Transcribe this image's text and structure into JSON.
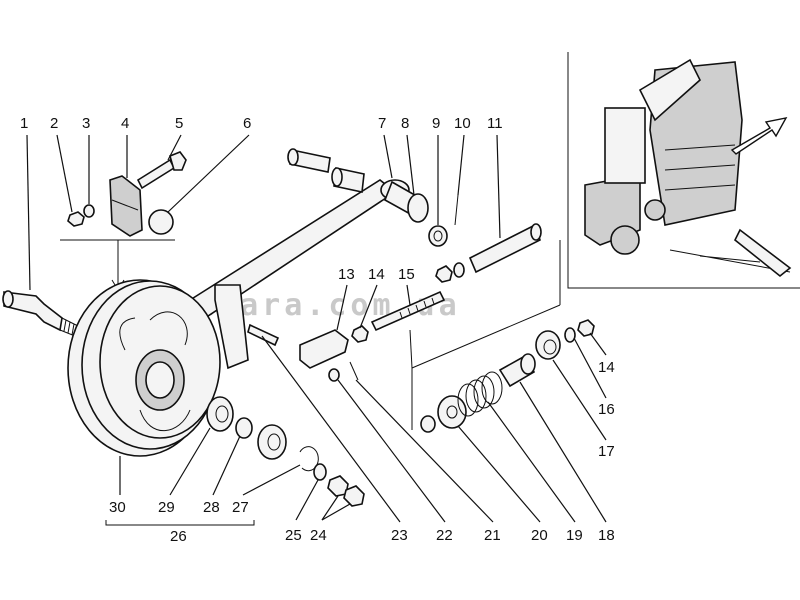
{
  "watermark": "adara.com.ua",
  "callouts": {
    "c1": "1",
    "c2": "2",
    "c3": "3",
    "c4": "4",
    "c5": "5",
    "c6": "6",
    "c7": "7",
    "c8": "8",
    "c9": "9",
    "c10": "10",
    "c11": "11",
    "c13": "13",
    "c14a": "14",
    "c15": "15",
    "c14b": "14",
    "c16": "16",
    "c17": "17",
    "c18": "18",
    "c19": "19",
    "c20": "20",
    "c21": "21",
    "c22": "22",
    "c23": "23",
    "c24": "24",
    "c25": "25",
    "c26": "26",
    "c27": "27",
    "c28": "28",
    "c29": "29",
    "c30": "30"
  }
}
